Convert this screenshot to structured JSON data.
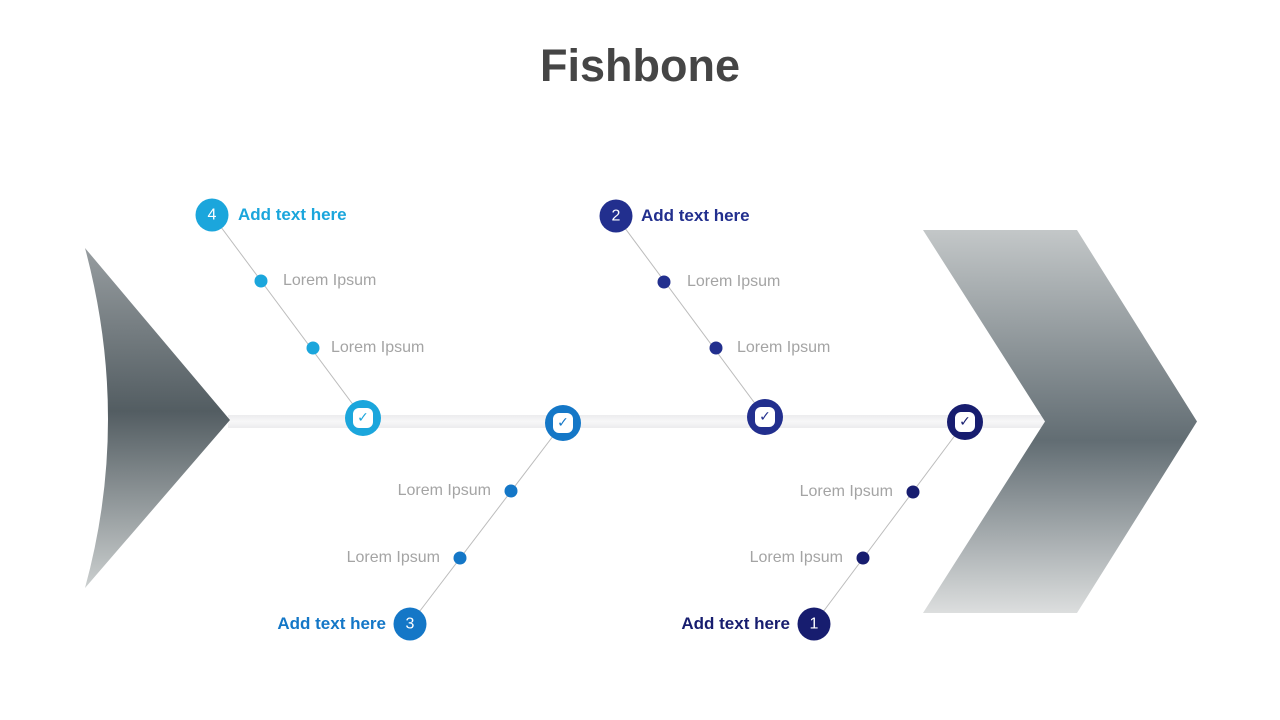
{
  "title": "Fishbone",
  "icons": {
    "check": "✓"
  },
  "colors": {
    "branch4": "#1ba6dc",
    "branch2": "#222f8e",
    "branch3": "#1477c7",
    "branch1": "#171d6f",
    "spine": "#f1f1f2",
    "placeholder_text": "#a4a4a4",
    "title_text": "#454545"
  },
  "branches": [
    {
      "number": "4",
      "label": "Add text here",
      "position": "top-left",
      "color": "#1ba6dc",
      "items": [
        "Lorem Ipsum",
        "Lorem Ipsum"
      ]
    },
    {
      "number": "2",
      "label": "Add text here",
      "position": "top-right",
      "color": "#222f8e",
      "items": [
        "Lorem Ipsum",
        "Lorem Ipsum"
      ]
    },
    {
      "number": "3",
      "label": "Add text here",
      "position": "bottom-left",
      "color": "#1477c7",
      "items": [
        "Lorem Ipsum",
        "Lorem Ipsum"
      ]
    },
    {
      "number": "1",
      "label": "Add text here",
      "position": "bottom-right",
      "color": "#171d6f",
      "items": [
        "Lorem Ipsum",
        "Lorem Ipsum"
      ]
    }
  ]
}
